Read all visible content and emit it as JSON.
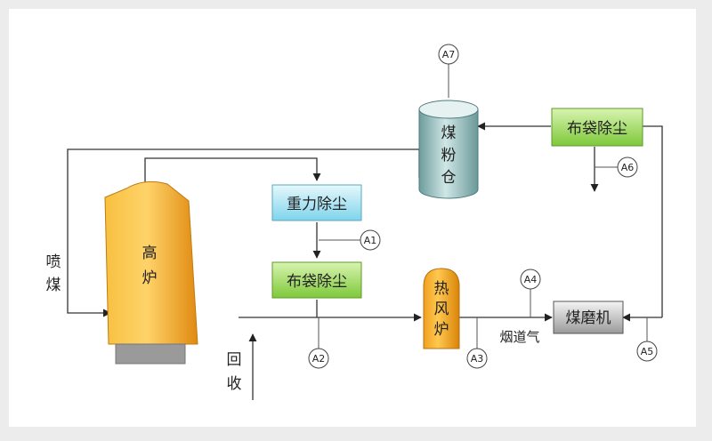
{
  "units": {
    "blast_furnace": [
      "高",
      "炉"
    ],
    "gravity_dust": "重力除尘",
    "bag_dust_lower": "布袋除尘",
    "bag_dust_upper": "布袋除尘",
    "hot_stove": [
      "热",
      "风",
      "炉"
    ],
    "coal_bin": [
      "煤",
      "粉",
      "仓"
    ],
    "coal_mill": "煤磨机"
  },
  "labels": {
    "injection": [
      "喷",
      "煤"
    ],
    "recovery": [
      "回",
      "收"
    ],
    "flue_gas": "烟道气"
  },
  "taps": {
    "a1": "A1",
    "a2": "A2",
    "a3": "A3",
    "a4": "A4",
    "a5": "A5",
    "a6": "A6",
    "a7": "A7"
  },
  "colors": {
    "furnace": "#f0a020",
    "gravity_box": "#a8e4f4",
    "bag_box": "#a6e05a",
    "coal_bin": "#8fb4b4",
    "mill": "#b8b8b8"
  }
}
